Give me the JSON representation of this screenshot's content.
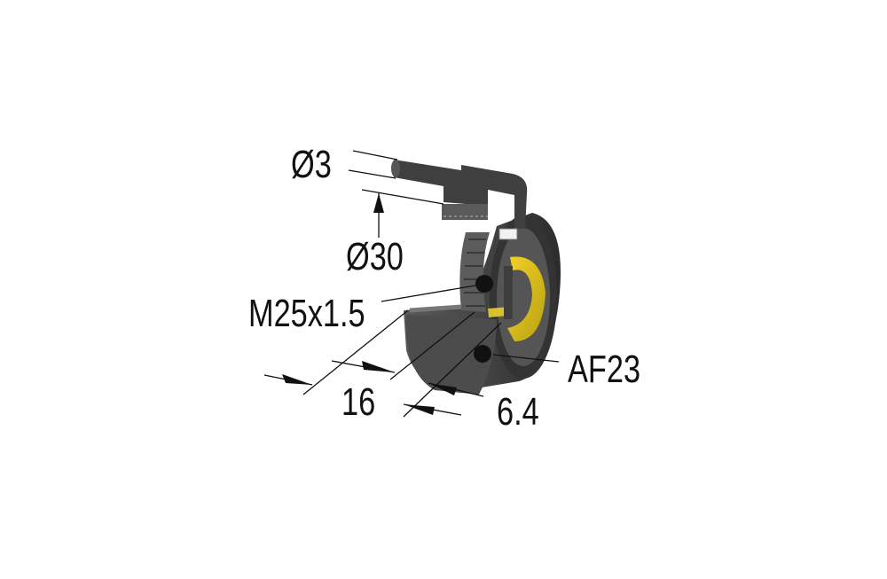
{
  "diagram": {
    "subject": "sensor mounting nut with cable outlet (cut-away view)",
    "colors": {
      "body": "#4a4a4a",
      "body_dark": "#2e2e2e",
      "body_light": "#6a6a6a",
      "insert": "#e6c81e",
      "insert_dark": "#b39a10",
      "lines": "#111111"
    },
    "labels": {
      "cable_dia": "Ø3",
      "outer_dia": "Ø30",
      "thread": "M25x1.5",
      "length": "16",
      "flange": "6.4",
      "wrench": "AF23"
    }
  }
}
